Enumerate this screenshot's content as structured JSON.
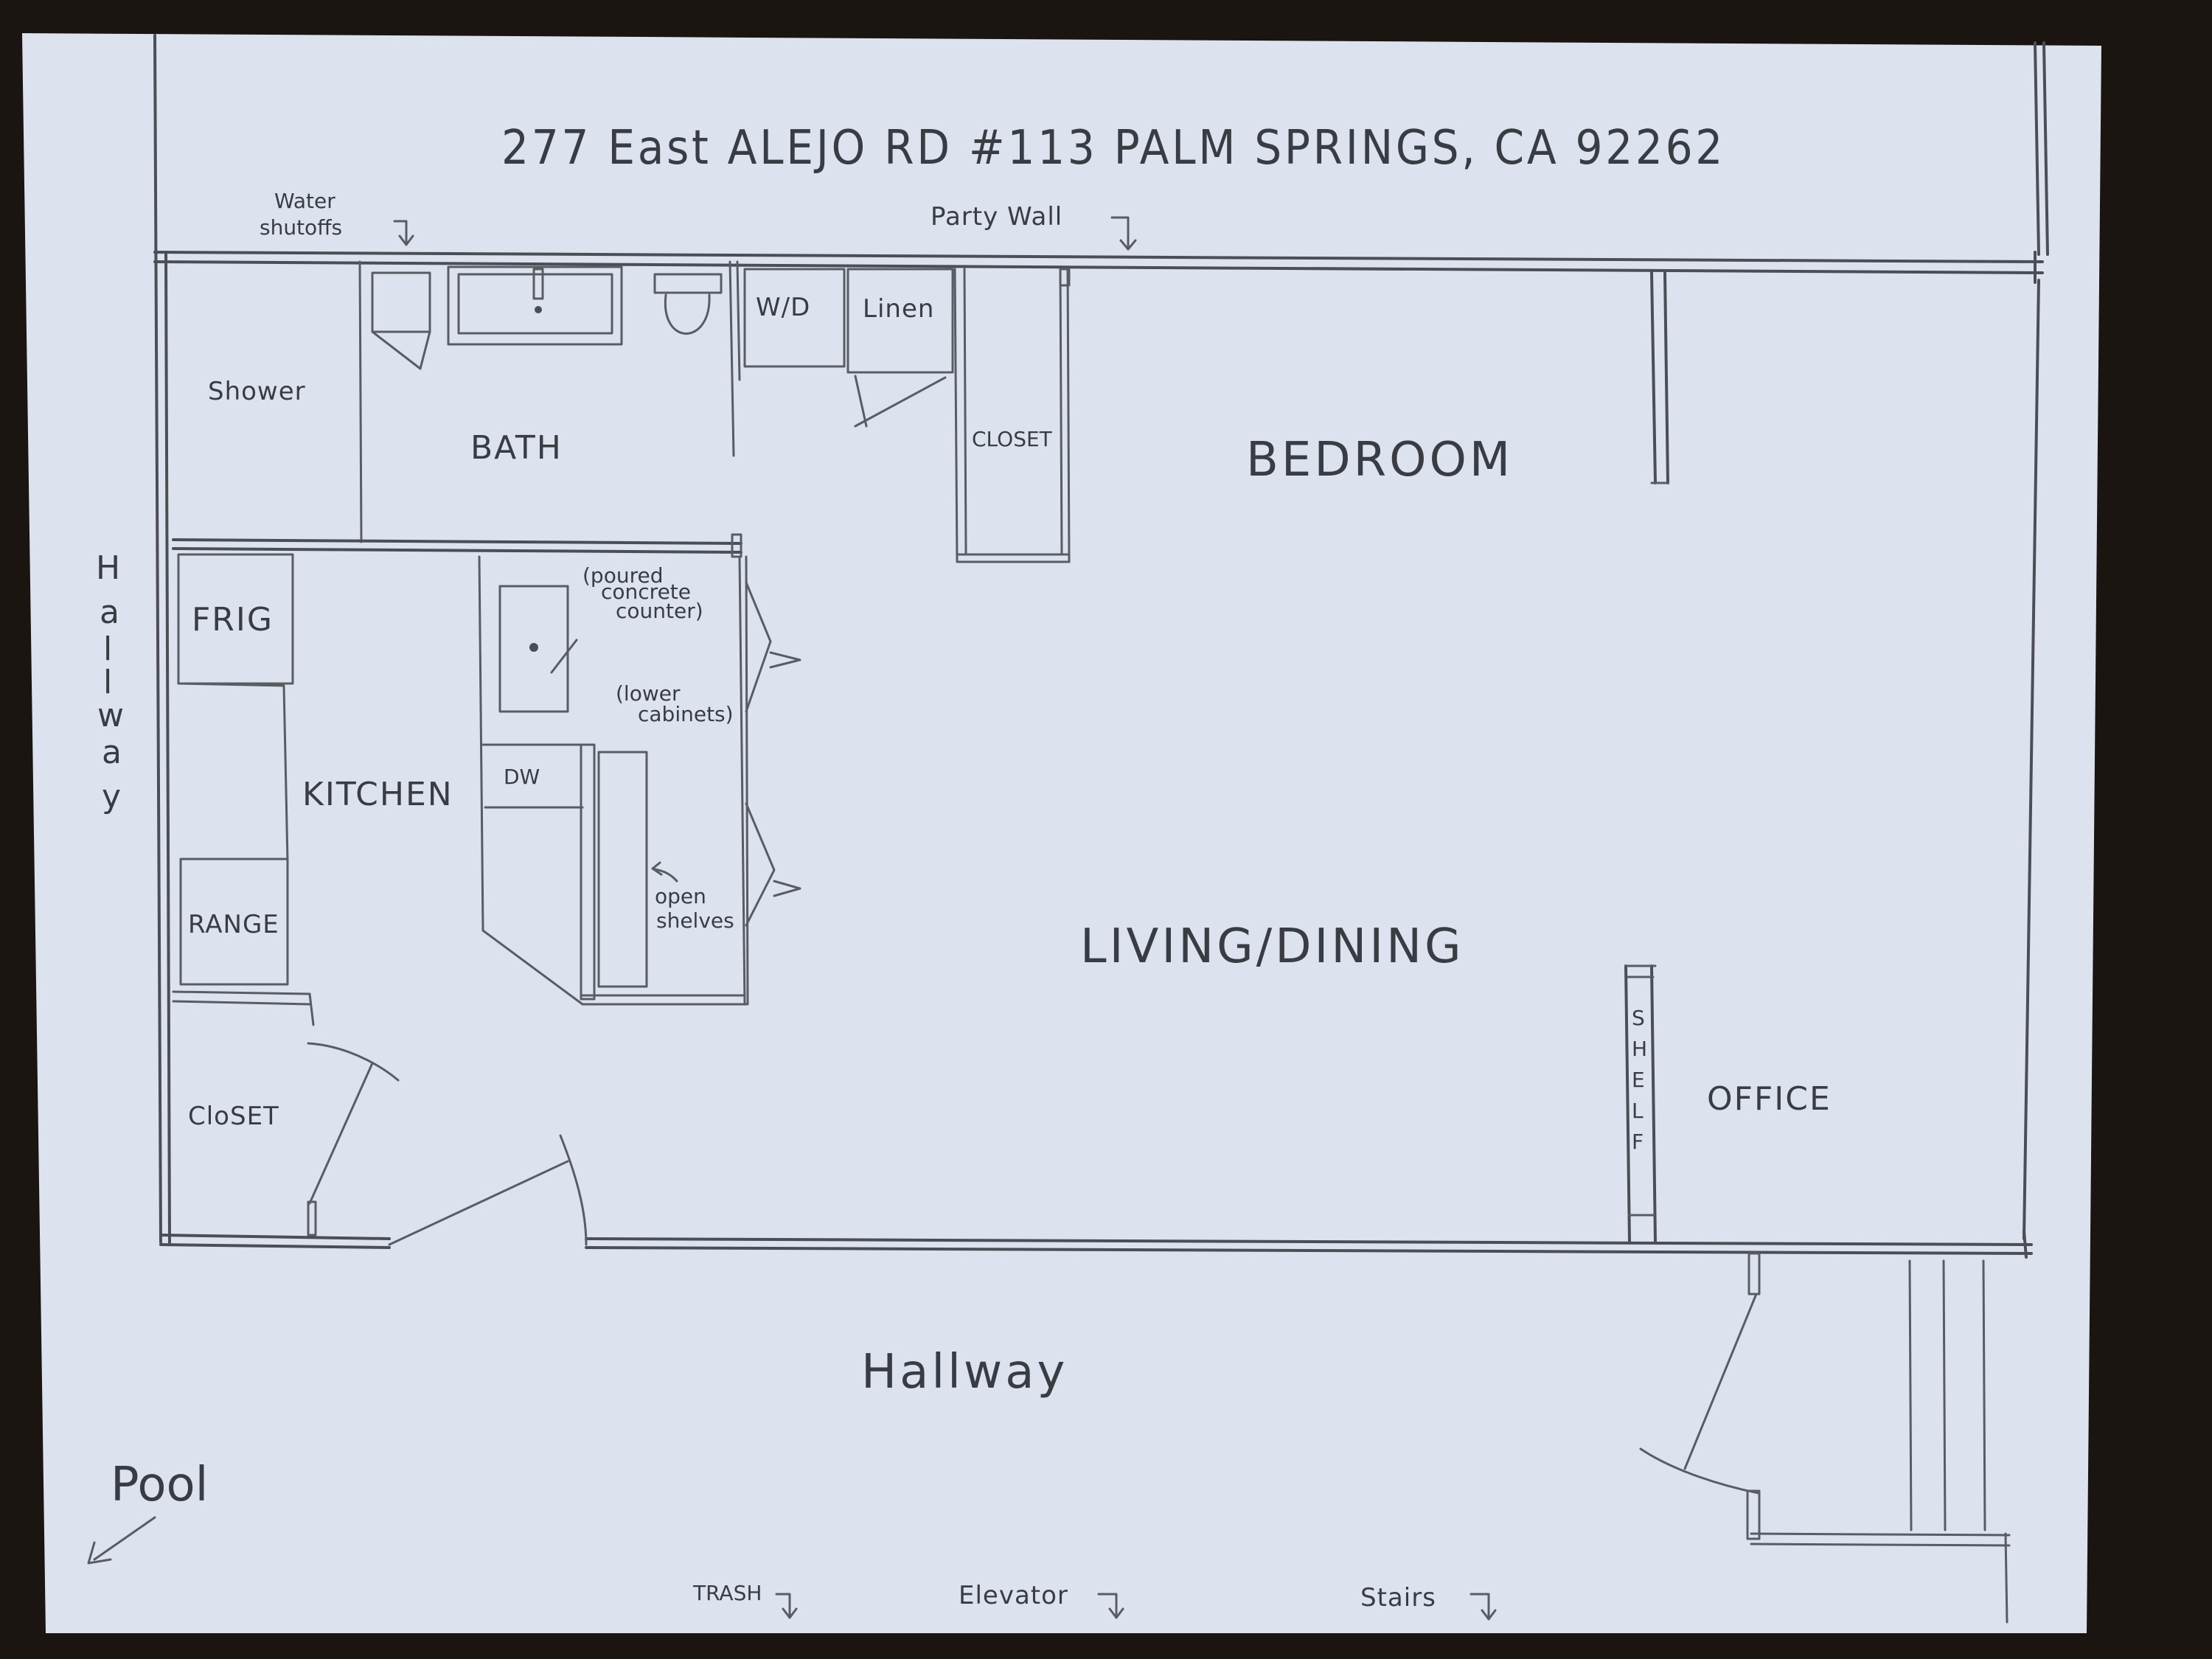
{
  "colors": {
    "paper": "#dde3ee",
    "ink": "#4c4e55",
    "background": "#1b1512"
  },
  "address": "277 East ALEJO RD #113   PALM SPRINGS, CA 92262",
  "notes": {
    "water_shutoffs_1": "Water",
    "water_shutoffs_2": "shutoffs",
    "party_wall": "Party Wall",
    "concrete_1": "(poured",
    "concrete_2": "concrete",
    "concrete_3": "counter)",
    "lower_cab_1": "(lower",
    "lower_cab_2": "cabinets)",
    "open_shelves_1": "open",
    "open_shelves_2": "shelves"
  },
  "rooms": {
    "shower": "Shower",
    "bath": "BATH",
    "wd": "W/D",
    "linen": "Linen",
    "closet_top": "CLOSET",
    "bedroom": "BEDROOM",
    "frig": "FRIG",
    "kitchen": "KITCHEN",
    "range": "RANGE",
    "dw": "DW",
    "closet_left": "CloSET",
    "living_dining": "LIVING/DINING",
    "shelf": [
      "S",
      "H",
      "E",
      "L",
      "F"
    ],
    "office": "OFFICE"
  },
  "outside": {
    "hallway_side": [
      "H",
      "a",
      "l",
      "l",
      "w",
      "a",
      "y"
    ],
    "hallway_bottom": "Hallway",
    "pool": "Pool",
    "trash": "TRASH",
    "elevator": "Elevator",
    "stairs": "Stairs"
  }
}
